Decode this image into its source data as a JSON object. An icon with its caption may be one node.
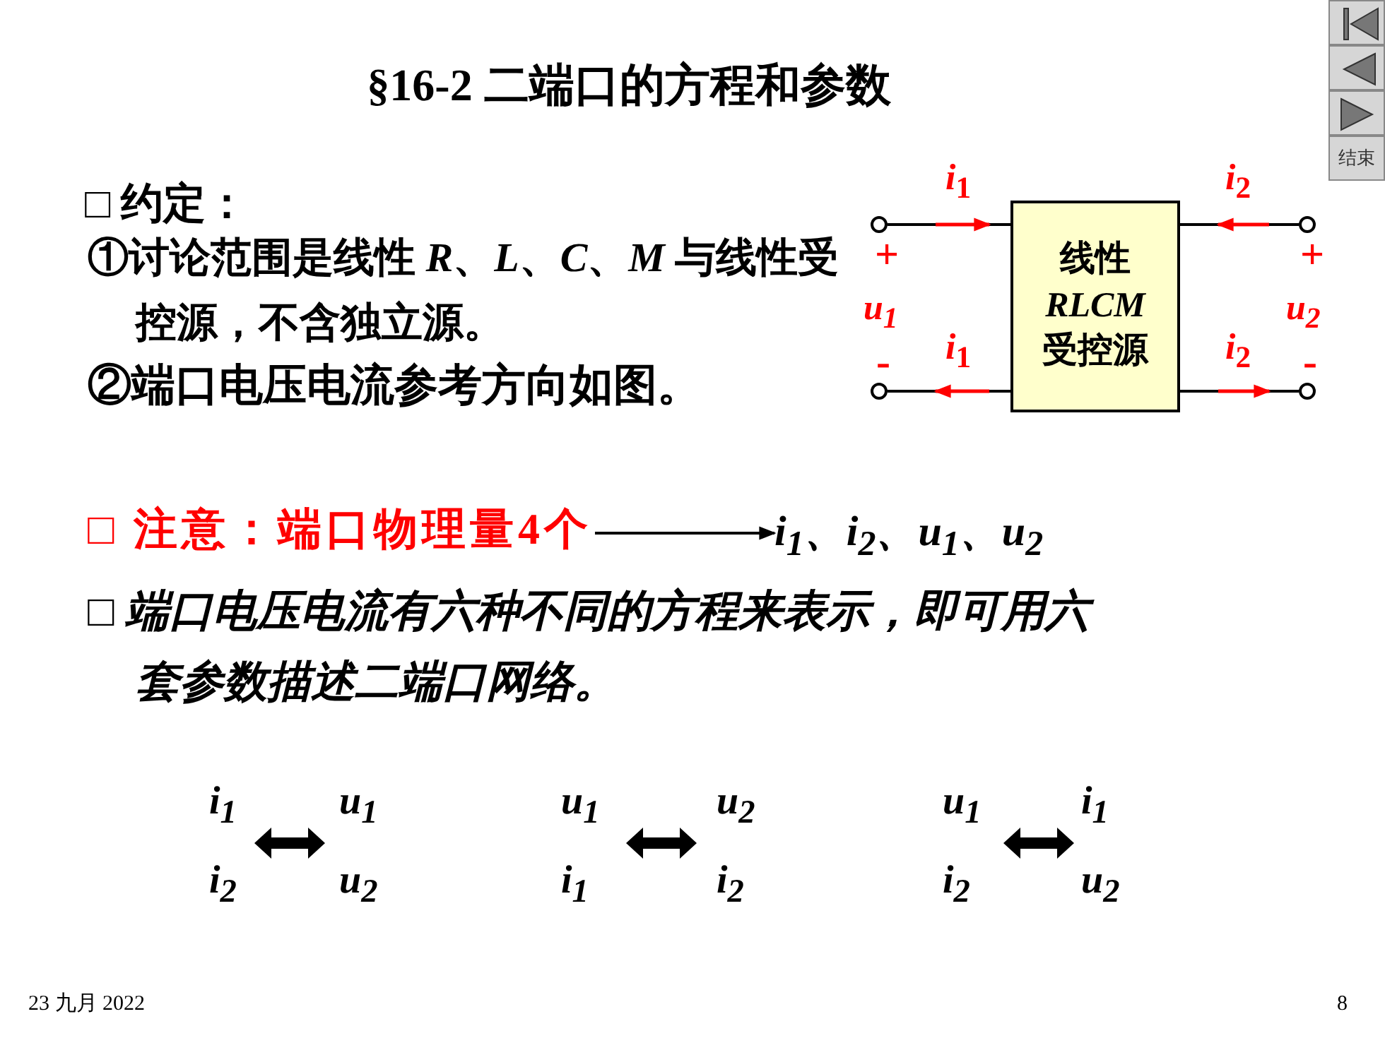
{
  "diagram": {
    "nodes": [
      {
        "text": [
          "线性",
          "RLCM",
          "受控源"
        ]
      },
      {
        "text": [],
        "shape": "circle"
      },
      {
        "text": [],
        "shape": "circle"
      },
      {
        "text": [],
        "shape": "circle"
      },
      {
        "text": [],
        "shape": "circle"
      },
      {
        "text": [
          "□ 注意：端口物理量4个"
        ]
      },
      {
        "text": [
          "*i*$_{1}$、*i*$_{2}$、*u*$_{1}$、*u*$_{2}$"
        ]
      }
    ],
    "edges": [
      {
        "from": 1,
        "to": 0,
        "arrow": "none",
        "label": "*i*$_{1}$"
      },
      {
        "from": 2,
        "to": 0,
        "arrow": "none",
        "label": "*i*$_{1}$"
      },
      {
        "from": 0,
        "to": 3,
        "arrow": "none",
        "label": "*i*$_{2}$"
      },
      {
        "from": 0,
        "to": 4,
        "arrow": "none",
        "label": "*i*$_{2}$"
      },
      {
        "from": 5,
        "to": 6,
        "arrow": "to"
      }
    ],
    "labels": [
      "§16-2 二端口的方程和参数",
      "结束",
      "□ 约定：",
      "+",
      "+",
      "①讨论范围是线性 *R*、*L*、*C*、*M* 与线性受控源，不含独立源。",
      "*u*$_{1}$",
      "*u*$_{2}$",
      "-",
      "-",
      "②端口电压电流参考方向如图。",
      "□ *端口电压电流有六种不同的方程来表示，即可用六套参数描述二端口网络。*",
      "*i*$_{1}$",
      "*u*$_{1}$",
      "*u*$_{1}$",
      "*u*$_{2}$",
      "*u*$_{1}$",
      "*i*$_{1}$",
      "*i*$_{2}$",
      "*u*$_{2}$",
      "*i*$_{1}$",
      "*i*$_{2}$",
      "*i*$_{2}$",
      "*u*$_{2}$",
      "23 九月 2022",
      "8"
    ]
  }
}
